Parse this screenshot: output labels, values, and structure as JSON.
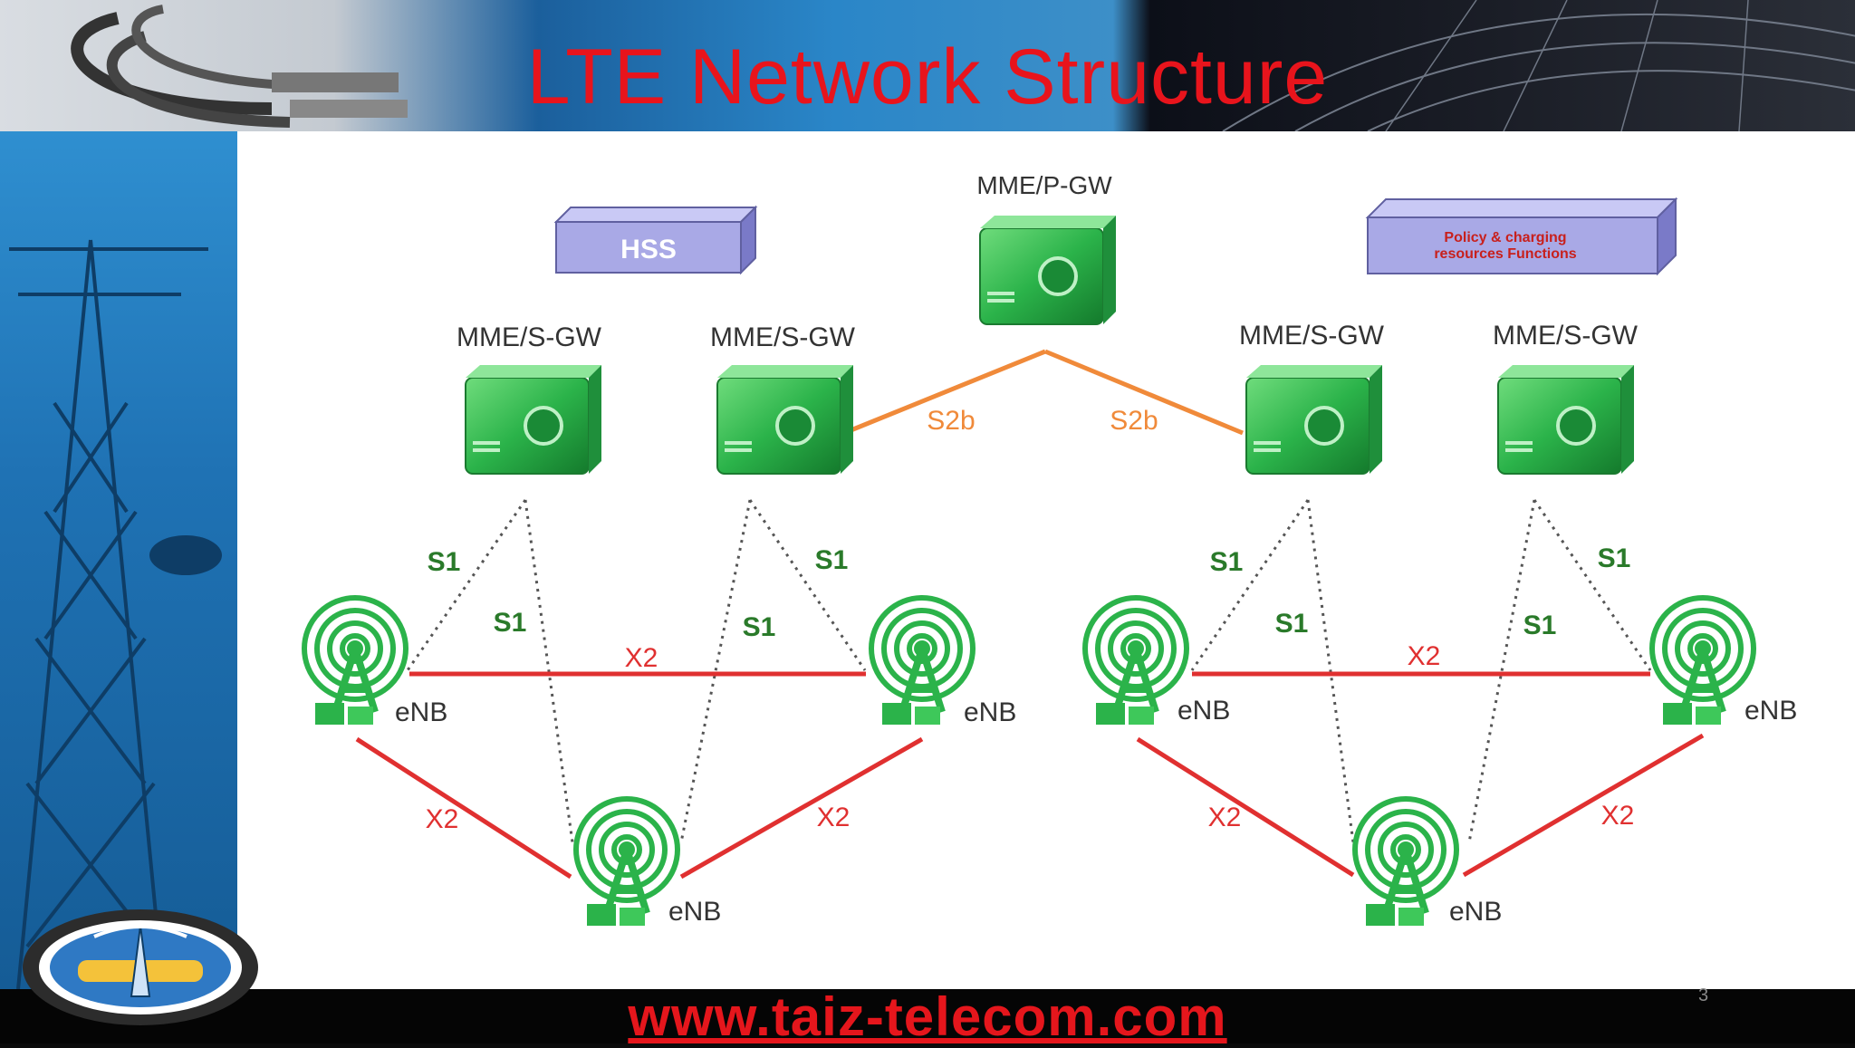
{
  "slide": {
    "title": "LTE Network Structure",
    "footer_url": "www.taiz-telecom.com",
    "page_number": "3"
  },
  "colors": {
    "title": "#e8141c",
    "x2_link": "#e03030",
    "s2b_link": "#f08a3a",
    "s1_link": "#555555",
    "node_green": "#2bb34a",
    "box_purple": "#a9a9e6"
  },
  "diagram": {
    "top_node": "MME/P-GW",
    "hss_box": "HSS",
    "policy_box_line1": "Policy & charging",
    "policy_box_line2": "resources Functions",
    "gateways": [
      "MME/S-GW",
      "MME/S-GW",
      "MME/S-GW",
      "MME/S-GW"
    ],
    "s2b_labels": [
      "S2b",
      "S2b"
    ],
    "s1_labels": [
      "S1",
      "S1",
      "S1",
      "S1",
      "S1",
      "S1",
      "S1",
      "S1"
    ],
    "x2_labels": [
      "X2",
      "X2",
      "X2",
      "X2",
      "X2",
      "X2"
    ],
    "enb_labels": [
      "eNB",
      "eNB",
      "eNB",
      "eNB",
      "eNB",
      "eNB"
    ]
  }
}
